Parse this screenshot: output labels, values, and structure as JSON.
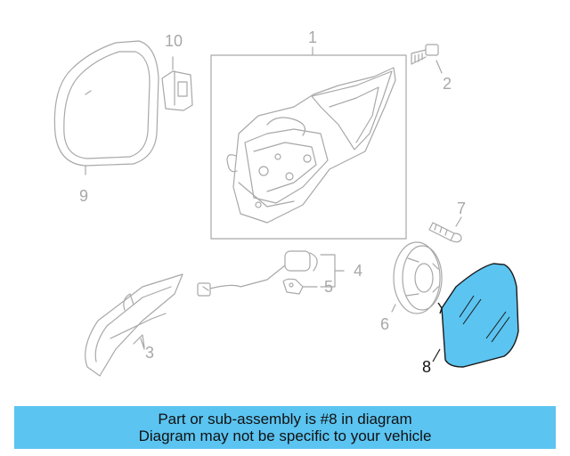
{
  "diagram": {
    "highlight_color": "#5bc4f1",
    "line_color": "#a8a8a8",
    "callouts": {
      "c1": "1",
      "c2": "2",
      "c3": "3",
      "c4": "4",
      "c5": "5",
      "c6": "6",
      "c7": "7",
      "c8": "8",
      "c9": "9",
      "c10": "10"
    }
  },
  "banner": {
    "line1": "Part or sub-assembly is #8 in diagram",
    "line2": "Diagram may not be specific to your vehicle"
  }
}
